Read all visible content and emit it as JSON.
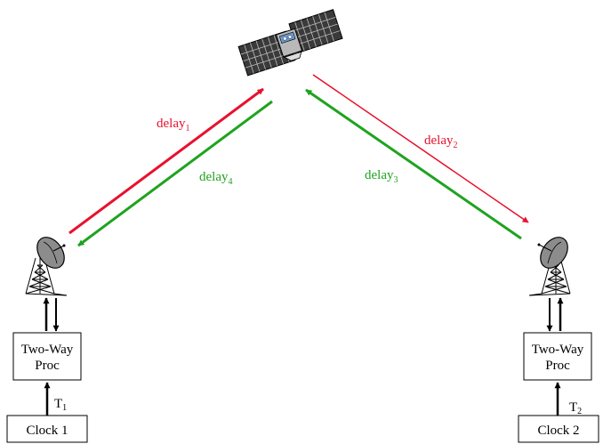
{
  "colors": {
    "uplink": "#e8112d",
    "downlink": "#1fa31f",
    "ink": "#000000",
    "dish": "#8c8c8c",
    "solar_panel": "#3a3a3a"
  },
  "icons": {
    "satellite": "satellite-icon",
    "left_antenna": "satellite-dish-antenna-icon",
    "right_antenna": "satellite-dish-antenna-icon"
  },
  "links": {
    "delay1": {
      "base": "delay",
      "sub": "1"
    },
    "delay2": {
      "base": "delay",
      "sub": "2"
    },
    "delay3": {
      "base": "delay",
      "sub": "3"
    },
    "delay4": {
      "base": "delay",
      "sub": "4"
    }
  },
  "left_station": {
    "proc_line1": "Two-Way",
    "proc_line2": "Proc",
    "clock_label": "Clock 1",
    "time_base": "T",
    "time_sub": "1"
  },
  "right_station": {
    "proc_line1": "Two-Way",
    "proc_line2": "Proc",
    "clock_label": "Clock 2",
    "time_base": "T",
    "time_sub": "2"
  }
}
